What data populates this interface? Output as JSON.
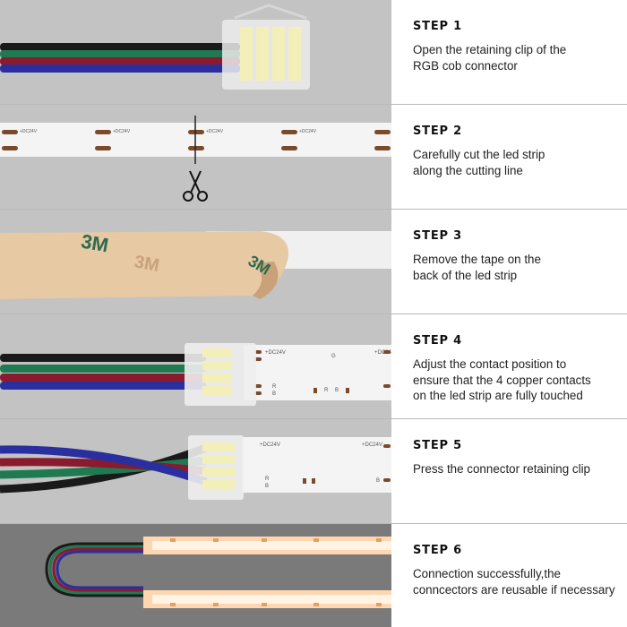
{
  "steps": [
    {
      "title": "STEP 1",
      "lines": [
        "Open the retaining clip of the",
        "RGB cob connector"
      ]
    },
    {
      "title": "STEP 2",
      "lines": [
        "Carefully cut the led strip",
        "along the cutting line"
      ]
    },
    {
      "title": "STEP 3",
      "lines": [
        "Remove the tape on the",
        "back of the led strip"
      ]
    },
    {
      "title": "STEP 4",
      "lines": [
        "Adjust the contact position to",
        "ensure that the 4 copper contacts",
        "on the led strip are fully touched"
      ]
    },
    {
      "title": "STEP 5",
      "lines": [
        "Press the connector retaining clip"
      ]
    },
    {
      "title": "STEP 6",
      "lines": [
        "Connection successfully,the",
        "conncectors are reusable if necessary"
      ]
    }
  ],
  "strip_labels": {
    "voltage": "+DC24V",
    "g": "G",
    "r": "R",
    "b": "B",
    "tape_brand": "3M"
  },
  "colors": {
    "panel_bg": "#c3c3c3",
    "wire_black": "#1a1a1a",
    "wire_green": "#1f7a52",
    "wire_red": "#8a1a2e",
    "wire_blue": "#2a2fa0",
    "copper": "#7a4a2a",
    "glow": "#ffb070"
  },
  "icons": [
    "scissors-icon"
  ]
}
